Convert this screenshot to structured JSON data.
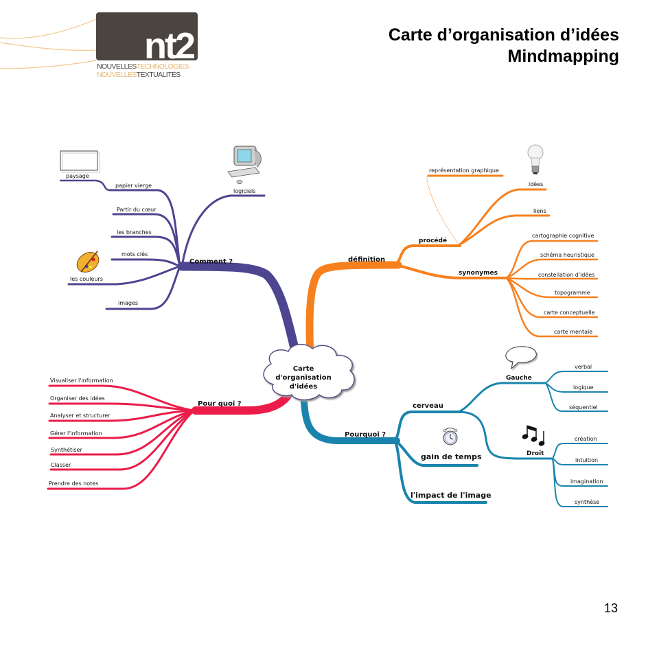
{
  "header": {
    "title_line1": "Carte d’organisation d’idées",
    "title_line2": "Mindmapping",
    "logo": {
      "mark": "nt2",
      "line1_a": "NOUVELLES",
      "line1_b": "TECHNOLOGIES",
      "line2_a": "NOUVELLES",
      "line2_b": "TEXTUALITÉS"
    }
  },
  "page_number": "13",
  "colors": {
    "comment": "#4e4591",
    "definition": "#f7801e",
    "pourquoi_red": "#ec1c4a",
    "pourquoi_blue": "#1a84ad",
    "logo_dark": "#4a4540",
    "logo_accent": "#e8b56c"
  },
  "center": {
    "line1": "Carte",
    "line2": "d'organisation",
    "line3": "d'idées",
    "shape": "cloud"
  },
  "branches": {
    "comment": {
      "label": "Comment ?",
      "children": [
        {
          "label": "papier vierge",
          "children": [
            {
              "label": "paysage",
              "icon": "blank-page-icon"
            }
          ]
        },
        {
          "label": "Partir du cœur"
        },
        {
          "label": "les branches"
        },
        {
          "label": "mots clés"
        },
        {
          "label": "les couleurs",
          "icon": "palette-icon"
        },
        {
          "label": "images"
        },
        {
          "label": "logiciels",
          "icon": "computer-icon"
        }
      ]
    },
    "definition": {
      "label": "définition",
      "children": [
        {
          "label": "procédé",
          "children": [
            {
              "label": "représentation graphique"
            },
            {
              "label": "idées",
              "icon": "lightbulb-icon"
            },
            {
              "label": "liens"
            }
          ]
        },
        {
          "label": "synonymes",
          "children": [
            {
              "label": "cartographie cognitive"
            },
            {
              "label": "schéma heuristique"
            },
            {
              "label": "constellation d'idées"
            },
            {
              "label": "topogramme"
            },
            {
              "label": "carte conceptuelle"
            },
            {
              "label": "carte mentale"
            }
          ]
        }
      ]
    },
    "pour_quoi": {
      "label": "Pour quoi ?",
      "children": [
        {
          "label": "Visualiser l'information"
        },
        {
          "label": "Organiser des idées"
        },
        {
          "label": "Analyser et structurer"
        },
        {
          "label": "Gérer l'information"
        },
        {
          "label": "Synthétiser"
        },
        {
          "label": "Classer"
        },
        {
          "label": "Prendre des notes"
        }
      ]
    },
    "pourquoi": {
      "label": "Pourquoi ?",
      "children": [
        {
          "label": "cerveau",
          "children": [
            {
              "label": "Gauche",
              "icon": "speech-bubble-icon",
              "children": [
                {
                  "label": "verbal"
                },
                {
                  "label": "logique"
                },
                {
                  "label": "séquentiel"
                }
              ]
            },
            {
              "label": "Droit",
              "icon": "music-notes-icon",
              "children": [
                {
                  "label": "création"
                },
                {
                  "label": "intuition"
                },
                {
                  "label": "imagination"
                },
                {
                  "label": "synthèse"
                }
              ]
            }
          ]
        },
        {
          "label": "gain de temps",
          "icon": "alarm-clock-icon"
        },
        {
          "label": "l'impact de l'image"
        }
      ]
    }
  }
}
